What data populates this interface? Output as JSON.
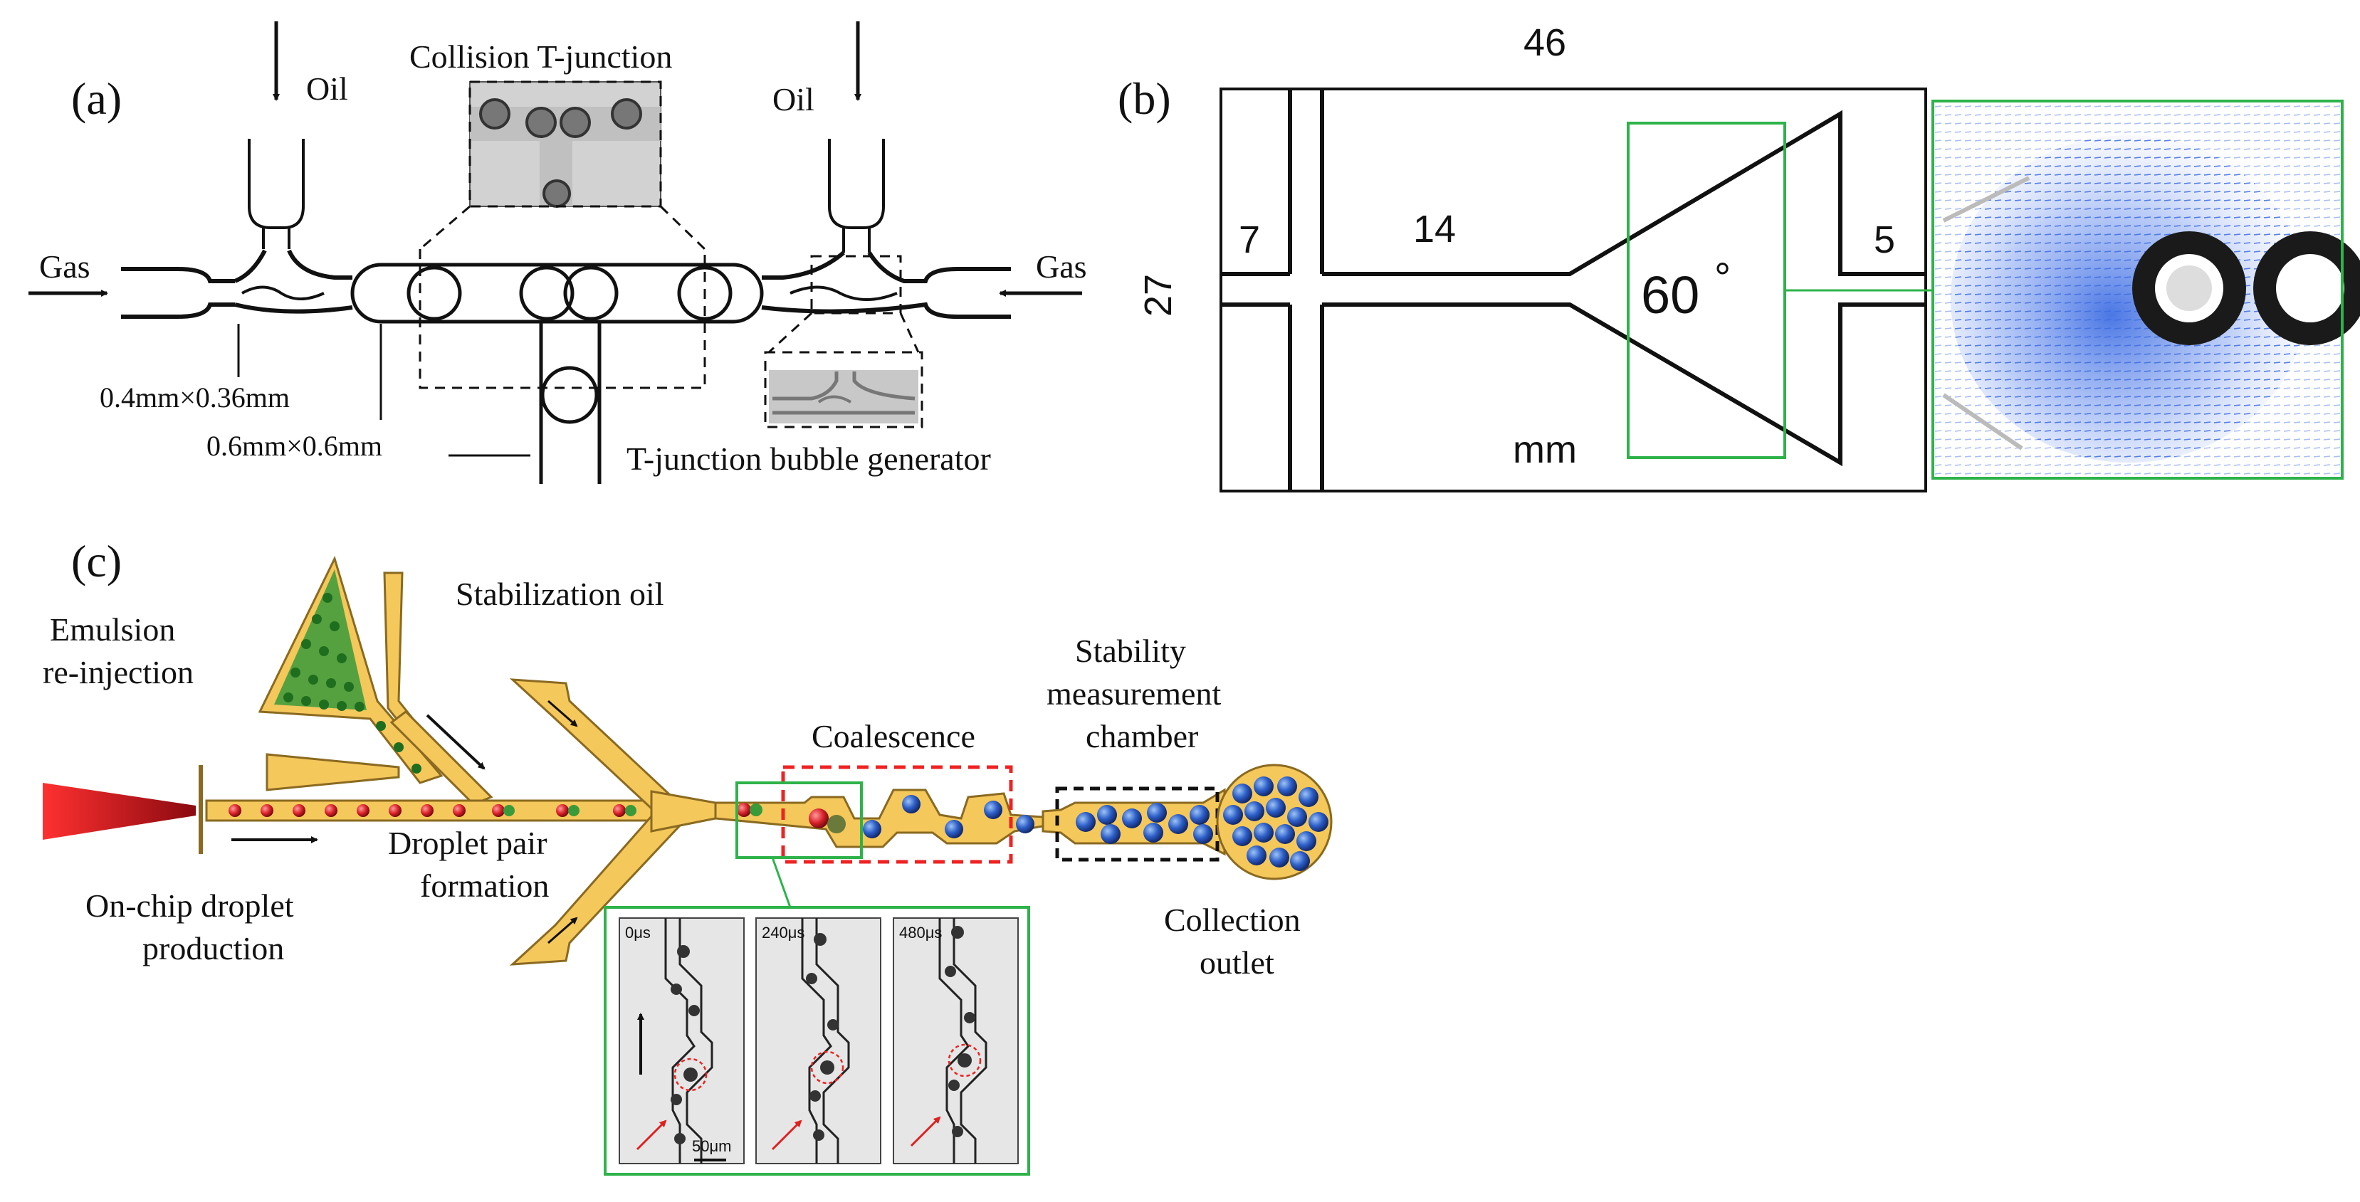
{
  "panel_a": {
    "label": "(a)",
    "oil_left": "Oil",
    "oil_right": "Oil",
    "gas_left": "Gas",
    "gas_right": "Gas",
    "collision": "Collision T-junction",
    "dim_small": "0.4mm×0.36mm",
    "dim_large": "0.6mm×0.6mm",
    "bubble_generator": "T-junction bubble generator"
  },
  "panel_b": {
    "label": "(b)",
    "width": "46",
    "height": "27",
    "inlet": "7",
    "channel": "14",
    "outlet": "5",
    "angle": "60",
    "degree": "°",
    "unit": "mm"
  },
  "panel_c": {
    "label": "(c)",
    "emulsion_1": "Emulsion",
    "emulsion_2": "re-injection",
    "stab_oil": "Stabilization oil",
    "pair_1": "Droplet pair",
    "pair_2": "formation",
    "onchip_1": "On-chip droplet",
    "onchip_2": "production",
    "coalescence": "Coalescence",
    "stability_1": "Stability",
    "stability_2": "measurement",
    "stability_3": "chamber",
    "collection_1": "Collection",
    "collection_2": "outlet",
    "frames": [
      "0μs",
      "240μs",
      "480μs"
    ],
    "scale_bar": "50μm"
  },
  "colors": {
    "channel_fill": "#f5c85c",
    "channel_edge": "#8a6a20",
    "green_box": "#2db34a",
    "red_dash": "#ee2222",
    "droplet_red": "#d8202a",
    "droplet_blue": "#2d5fc8",
    "droplet_green": "#3a9a3a"
  }
}
